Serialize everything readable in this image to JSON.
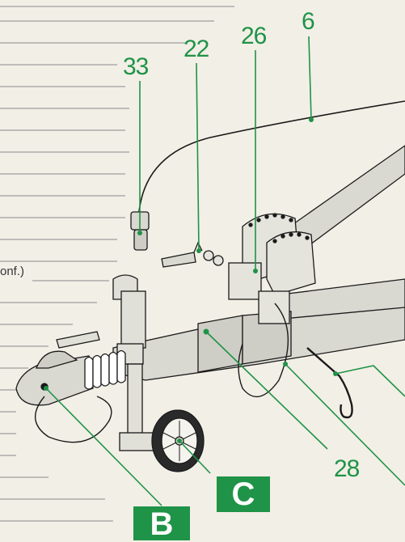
{
  "labels": {
    "n33": "33",
    "n22": "22",
    "n26": "26",
    "n6": "6",
    "n28": "28"
  },
  "tags": {
    "b": "B",
    "c": "C"
  },
  "left_note": "onf.)",
  "colors": {
    "accent": "#1f9347",
    "background": "#f2efe6",
    "metal": "#d9d8d1",
    "line": "#1a1a1a"
  }
}
